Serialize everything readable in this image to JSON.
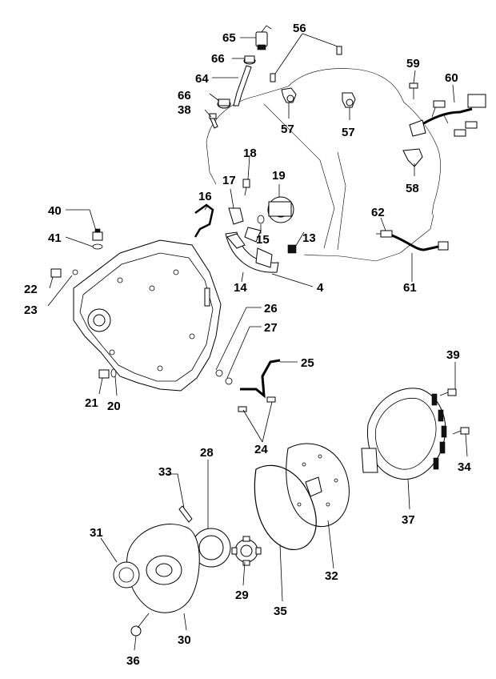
{
  "callouts": [
    {
      "id": "c65",
      "text": "65"
    },
    {
      "id": "c56",
      "text": "56"
    },
    {
      "id": "c66a",
      "text": "66"
    },
    {
      "id": "c64",
      "text": "64"
    },
    {
      "id": "c66b",
      "text": "66"
    },
    {
      "id": "c38",
      "text": "38"
    },
    {
      "id": "c59",
      "text": "59"
    },
    {
      "id": "c60",
      "text": "60"
    },
    {
      "id": "c57a",
      "text": "57"
    },
    {
      "id": "c57b",
      "text": "57"
    },
    {
      "id": "c58",
      "text": "58"
    },
    {
      "id": "c18",
      "text": "18"
    },
    {
      "id": "c19",
      "text": "19"
    },
    {
      "id": "c17",
      "text": "17"
    },
    {
      "id": "c16",
      "text": "16"
    },
    {
      "id": "c40",
      "text": "40"
    },
    {
      "id": "c41",
      "text": "41"
    },
    {
      "id": "c15",
      "text": "15"
    },
    {
      "id": "c13",
      "text": "13"
    },
    {
      "id": "c62",
      "text": "62"
    },
    {
      "id": "c22",
      "text": "22"
    },
    {
      "id": "c23",
      "text": "23"
    },
    {
      "id": "c14",
      "text": "14"
    },
    {
      "id": "c4",
      "text": "4"
    },
    {
      "id": "c61",
      "text": "61"
    },
    {
      "id": "c26",
      "text": "26"
    },
    {
      "id": "c27",
      "text": "27"
    },
    {
      "id": "c25",
      "text": "25"
    },
    {
      "id": "c39",
      "text": "39"
    },
    {
      "id": "c21",
      "text": "21"
    },
    {
      "id": "c20",
      "text": "20"
    },
    {
      "id": "c24",
      "text": "24"
    },
    {
      "id": "c28",
      "text": "28"
    },
    {
      "id": "c33",
      "text": "33"
    },
    {
      "id": "c34",
      "text": "34"
    },
    {
      "id": "c37",
      "text": "37"
    },
    {
      "id": "c32",
      "text": "32"
    },
    {
      "id": "c31",
      "text": "31"
    },
    {
      "id": "c29",
      "text": "29"
    },
    {
      "id": "c35",
      "text": "35"
    },
    {
      "id": "c30",
      "text": "30"
    },
    {
      "id": "c36",
      "text": "36"
    }
  ]
}
